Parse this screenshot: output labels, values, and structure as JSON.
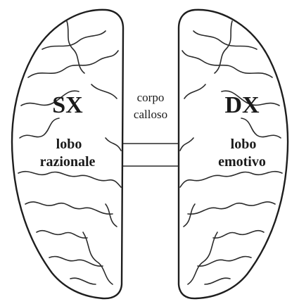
{
  "labels": {
    "left_hemisphere": "SX",
    "left_lobe_line1": "lobo",
    "left_lobe_line2": "razionale",
    "right_hemisphere": "DX",
    "right_lobe_line1": "lobo",
    "right_lobe_line2": "emotivo",
    "corpus_line1": "corpo",
    "corpus_line2": "calloso"
  }
}
